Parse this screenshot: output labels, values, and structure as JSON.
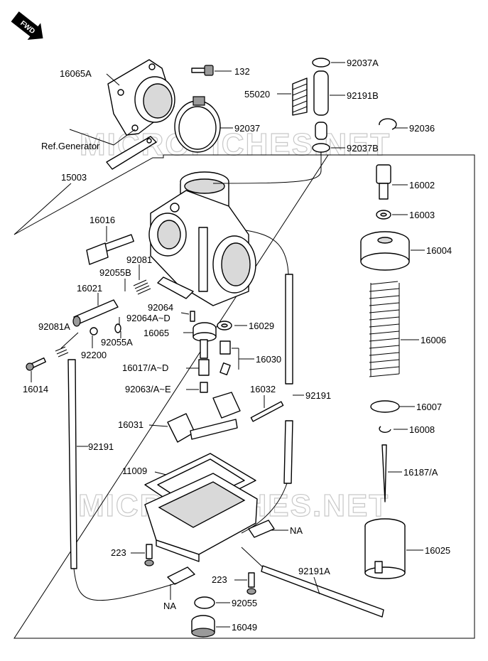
{
  "watermark": "MICROFICHES.NET",
  "fwd_label": "FWD",
  "labels": {
    "l_16065A": "16065A",
    "l_132": "132",
    "l_92037A": "92037A",
    "l_55020": "55020",
    "l_92191B": "92191B",
    "l_92037": "92037",
    "l_92036": "92036",
    "l_refgen": "Ref.Generator",
    "l_92037B": "92037B",
    "l_15003": "15003",
    "l_16002": "16002",
    "l_16003": "16003",
    "l_16016": "16016",
    "l_16004": "16004",
    "l_92081": "92081",
    "l_92055B": "92055B",
    "l_16021": "16021",
    "l_92064": "92064",
    "l_92064AD": "92064A~D",
    "l_16006": "16006",
    "l_92081A": "92081A",
    "l_16029": "16029",
    "l_16065": "16065",
    "l_92055A": "92055A",
    "l_92200": "92200",
    "l_16030": "16030",
    "l_16017AD": "16017/A~D",
    "l_16014": "16014",
    "l_92063AE": "92063/A~E",
    "l_16032": "16032",
    "l_92191_r": "92191",
    "l_16007": "16007",
    "l_16031": "16031",
    "l_16008": "16008",
    "l_92191_l": "92191",
    "l_11009": "11009",
    "l_16187A": "16187/A",
    "l_NA_r": "NA",
    "l_223_l": "223",
    "l_16025": "16025",
    "l_92191A": "92191A",
    "l_223_c": "223",
    "l_NA_b": "NA",
    "l_92055": "92055",
    "l_16049": "16049"
  }
}
